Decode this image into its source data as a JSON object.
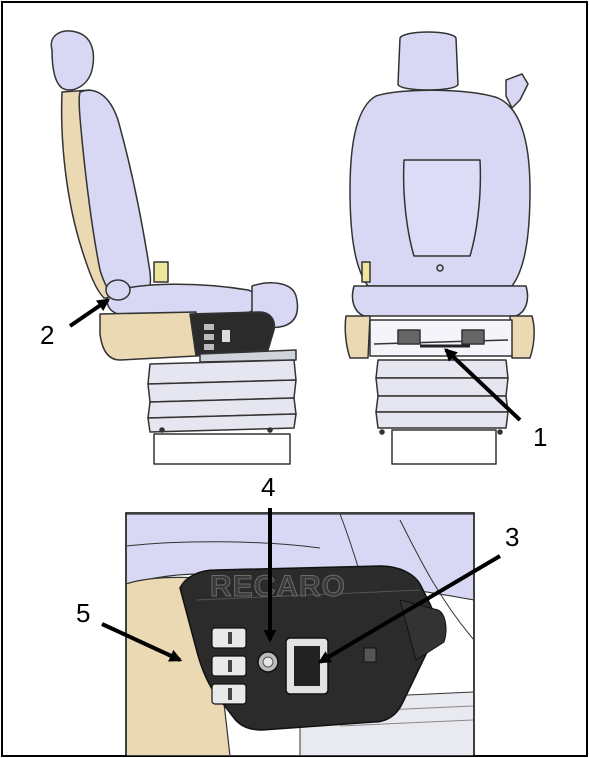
{
  "figure": {
    "callouts": [
      {
        "id": "1",
        "label": "1"
      },
      {
        "id": "2",
        "label": "2"
      },
      {
        "id": "3",
        "label": "3"
      },
      {
        "id": "4",
        "label": "4"
      },
      {
        "id": "5",
        "label": "5"
      }
    ],
    "brand_logo_text": "RECARO",
    "colors": {
      "seat_lavender": "#d8d8f4",
      "seat_outline": "#333333",
      "side_tan": "#ead9b3",
      "bellows_gray": "#e6e6f0",
      "panel_black": "#2b2b2b",
      "rail_gray": "#cfd3dc"
    }
  }
}
